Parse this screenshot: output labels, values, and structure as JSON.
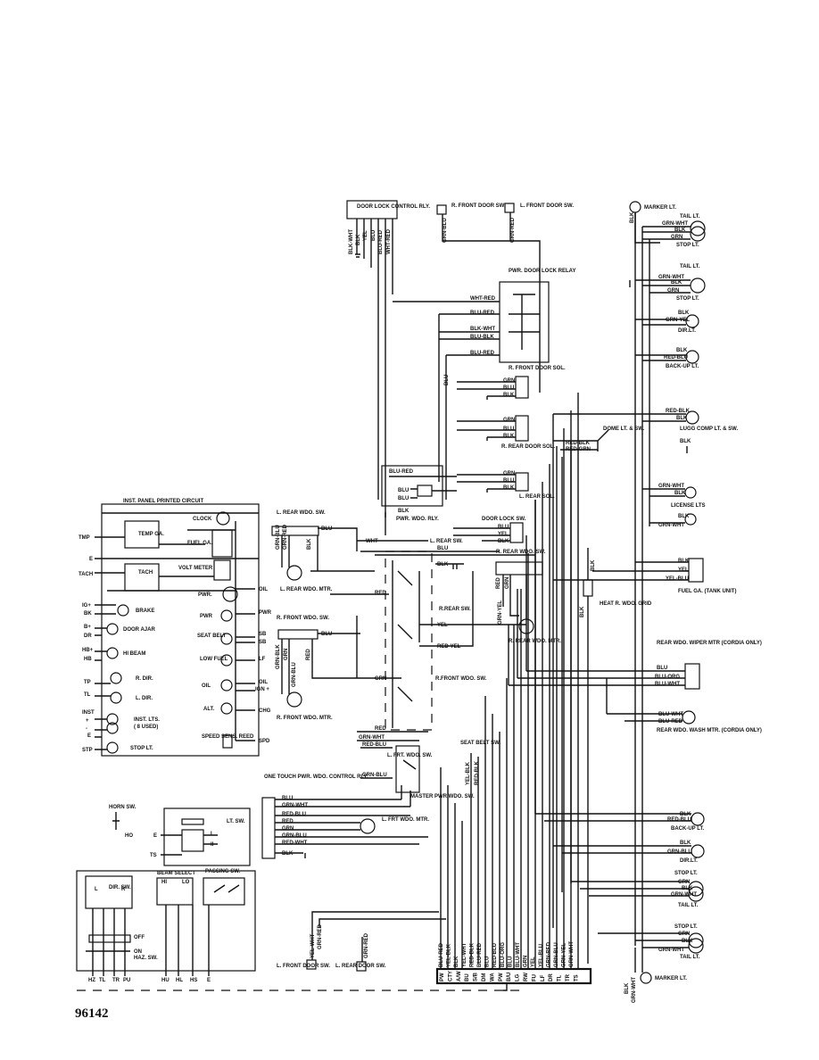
{
  "figure_number": "96142",
  "inst_panel": {
    "title": "INST. PANEL PRINTED CIRCUIT",
    "left_pins": [
      "TMP",
      "E",
      "TACH",
      "IG+",
      "BK",
      "B+",
      "DR",
      "HB+",
      "HB",
      "TP",
      "TL",
      "INST",
      "+",
      "-",
      "E",
      "STP"
    ],
    "right_pins": [
      "OIL",
      "PWR",
      "SB",
      "SB",
      "LF",
      "OIL",
      "IGN +",
      "CHG",
      "SPD"
    ],
    "items": [
      "TEMP GA.",
      "FUEL GA.",
      "TACH",
      "VOLT METER",
      "CLOCK",
      "PWR.",
      "PWR",
      "BRAKE",
      "DOOR AJAR",
      "SEAT BELT",
      "LOW FUEL",
      "HI BEAM",
      "R. DIR.",
      "OIL",
      "L. DIR.",
      "ALT.",
      "INST. LTS.",
      "( 8 USED)",
      "STOP LT.",
      "SPEED SENS. REED"
    ]
  },
  "door_lock_relay": {
    "title": "DOOR LOCK CONTROL RLY.",
    "wires": [
      "BLK-WHT",
      "BLK",
      "YEL",
      "BLU",
      "BLU-RED",
      "WHT-RED"
    ]
  },
  "front_door_switches": {
    "right": "R. FRONT DOOR SW.",
    "left": "L. FRONT DOOR SW.",
    "right_wire": "GRN-BLU",
    "left_wire": "GRN-RED"
  },
  "pwr_door_lock_relay": {
    "title": "PWR. DOOR LOCK RELAY",
    "wires": [
      "WHT-RED",
      "BLU-RED",
      "BLK-WHT",
      "BLU-BLK",
      "BLU-RED"
    ]
  },
  "solenoids": {
    "r_front": {
      "label": "R. FRONT DOOR SOL.",
      "wires": [
        "GRN",
        "BLU",
        "BLK"
      ]
    },
    "r_rear": {
      "label": "R. REAR DOOR SOL.",
      "wires": [
        "GRN",
        "BLU",
        "BLK"
      ]
    },
    "l_rear": {
      "label": "L. REAR SOL.",
      "wires": [
        "GRN",
        "BLU",
        "BLK"
      ]
    },
    "blu_label": "BLU"
  },
  "pwr_wdo_rly": {
    "label": "PWR. WDO. RLY.",
    "wires": [
      "BLU-RED",
      "BLU",
      "BLU",
      "BLK"
    ]
  },
  "door_lock_sw": {
    "label": "DOOR LOCK SW.",
    "wires": [
      "BLU",
      "YEL",
      "BLK"
    ]
  },
  "dome": {
    "label": "DOME LT. & SW.",
    "wires": [
      "RED-BLK",
      "RED-GRN"
    ]
  },
  "rear_window_switches": {
    "l_rear_sw": {
      "label": "L. REAR WDO. SW.",
      "wires": [
        "GRN-BLU",
        "GRN-RED",
        "BLK",
        "BLU"
      ]
    },
    "l_rear_mtr": "L. REAR WDO. MTR.",
    "r_front_sw": {
      "label": "R. FRONT WDO. SW.",
      "wires": [
        "GRN-BLK",
        "GRN",
        "RED",
        "GRN-BLU",
        "BLU"
      ]
    },
    "r_front_mtr": "R. FRONT WDO. MTR.",
    "r_rear_sw": "R. REAR WDO. SW.",
    "r_rear_mtr": "R. REAR WDO. MTR.",
    "master": {
      "labels": [
        "L. REAR SW.",
        "R.REAR SW.",
        "R.FRONT WDO. SW.",
        "L. FRT. WDO. SW.",
        "MASTER PWR.WDO. SW."
      ],
      "wires": [
        "WHT",
        "BLU",
        "BLK",
        "RED",
        "YEL",
        "RED-YEL",
        "GRN",
        "RED",
        "GRN-WHT",
        "RED-BLU",
        "GRN-BLU"
      ]
    },
    "r_rear_wires": [
      "RED",
      "GRN",
      "GRN-YEL"
    ]
  },
  "one_touch": {
    "label": "ONE TOUCH PWR. WDO. CONTROL RLY.",
    "wires": [
      "BLU",
      "GRN-WHT",
      "RED-BLU",
      "RED",
      "GRN",
      "GRN-BLU",
      "RED-WHT",
      "BLK"
    ],
    "mtr": "L. FRT WDO. MTR."
  },
  "seat_belt_sw": {
    "label": "SEAT BELT SW.",
    "wires": [
      "YEL-BLK",
      "RED-BLK"
    ]
  },
  "heat_grid": {
    "label": "HEAT R. WDO. GRID",
    "wires": [
      "BLK",
      "BLK"
    ]
  },
  "lighting": {
    "marker_top": "MARKER LT.",
    "tail1": "TAIL LT.",
    "stop1": "STOP LT.",
    "tail2": "TAIL LT.",
    "stop2": "STOP LT.",
    "dir1": "DIR.LT.",
    "backup1": "BACK-UP LT.",
    "lugg": "LUGG COMP LT. & SW.",
    "license": "LICENSE LTS",
    "fuel_ga": "FUEL GA. (TANK UNIT)",
    "wiper": "REAR WDO. WIPER MTR (CORDIA ONLY)",
    "washer": "REAR WDO. WASH MTR. (CORDIA ONLY)",
    "backup2": "BACK-UP LT.",
    "dir2": "DIR.LT.",
    "stop3": "STOP LT.",
    "tail3": "TAIL LT.",
    "stop4": "STOP LT.",
    "tail4": "TAIL LT.",
    "marker_bottom": "MARKER LT.",
    "wires_top": [
      "BLK",
      "GRN-WHT",
      "BLK",
      "GRN"
    ],
    "wires_2": [
      "GRN-WHT",
      "BLK",
      "GRN"
    ],
    "wires_dir1": [
      "BLK",
      "GRN-YEL"
    ],
    "wires_bu1": [
      "BLK",
      "RED-BLU"
    ],
    "wires_lugg": [
      "RED-BLK",
      "BLK",
      "BLK"
    ],
    "wires_lic": [
      "GRN-WHT",
      "BLK",
      "BLK",
      "GRN-WHT"
    ],
    "wires_fuel": [
      "BLK",
      "YEL",
      "YEL-BLU"
    ],
    "wires_wiper": [
      "BLU",
      "BLU-ORG",
      "BLU-WHT"
    ],
    "wires_washer": [
      "BLU-WHT",
      "BLU-RED"
    ],
    "wires_bu2": [
      "BLK",
      "RED-BLU"
    ],
    "wires_dir2": [
      "BLK",
      "GRN-BLU"
    ],
    "wires_stop3": [
      "GRN",
      "BLK",
      "GRN-WHT"
    ],
    "wires_stop4": [
      "GRN",
      "BLK",
      "GRN-WHT"
    ],
    "wires_marker_bottom": [
      "BLK",
      "GRN-WHT"
    ]
  },
  "horn": {
    "label": "HORN SW.",
    "pin": "HO"
  },
  "lt_sw": {
    "label": "LT. SW.",
    "pins": [
      "E",
      "TS",
      "I",
      "II"
    ]
  },
  "beam": {
    "label": "BEAM SELECT",
    "hi": "HI",
    "lo": "LO",
    "passing": "PASSING SW."
  },
  "dir_sw": {
    "label": "DIR. SW.",
    "l": "L",
    "r": "R",
    "off": "OFF",
    "on": "ON",
    "haz": "HAZ. SW."
  },
  "bottom_pins": [
    "HZ",
    "TL",
    "TR",
    "PU",
    "HU",
    "HL",
    "HS",
    "E"
  ],
  "lower_door": {
    "l_front": "L. FRONT DOOR SW.",
    "l_rear": "L. REAR DOOR SW.",
    "wires": [
      "YEL-WHT",
      "GRN-RED",
      "GRN-RED"
    ]
  },
  "connector": {
    "wires": [
      "BLU-RED",
      "YEL-BLK",
      "BLK",
      "YEL-WHT",
      "RED-BLK",
      "BLU-RED",
      "BLU",
      "RED-BLU",
      "BLU-ORG",
      "BLU",
      "BLU-WHT",
      "GRN",
      "YEL",
      "YEL-BLU",
      "GRN-RED",
      "GRN-BLU",
      "GRN-YEL",
      "GRN-WHT"
    ],
    "pins": [
      "PW",
      "CTY",
      "A/W",
      "BU",
      "S/B",
      "DM",
      "WA",
      "PW",
      "B/U",
      "LG",
      "RW",
      "FU",
      "LF",
      "DR",
      "TL",
      "TR",
      "TS"
    ]
  }
}
